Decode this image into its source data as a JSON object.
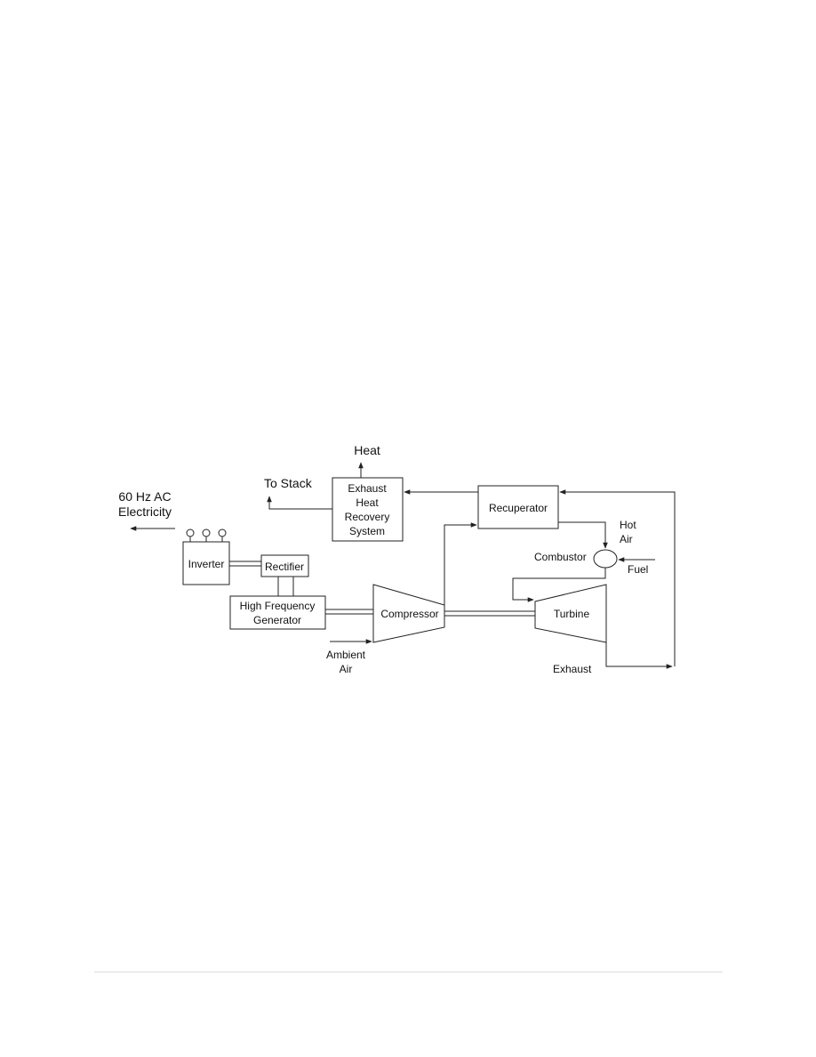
{
  "diagram": {
    "outputs": {
      "heat": "Heat",
      "to_stack": "To Stack",
      "electricity_line1": "60 Hz AC",
      "electricity_line2": "Electricity"
    },
    "components": {
      "exhaust_heat_recovery": [
        "Exhaust",
        "Heat",
        "Recovery",
        "System"
      ],
      "recuperator": "Recuperator",
      "inverter": "Inverter",
      "rectifier": "Rectifier",
      "high_frequency_generator": [
        "High Frequency",
        "Generator"
      ],
      "compressor": "Compressor",
      "turbine": "Turbine",
      "combustor": "Combustor"
    },
    "flows": {
      "hot_air_line1": "Hot",
      "hot_air_line2": "Air",
      "fuel": "Fuel",
      "ambient_air_line1": "Ambient",
      "ambient_air_line2": "Air",
      "exhaust": "Exhaust"
    }
  }
}
